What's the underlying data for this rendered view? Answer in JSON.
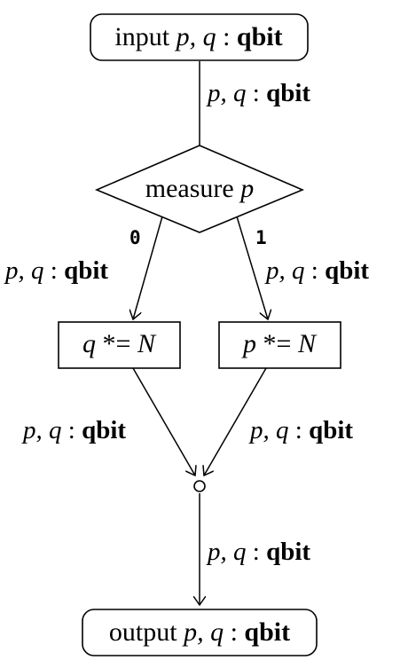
{
  "nodes": {
    "input": {
      "prefix": "input",
      "vars": "p, q",
      "colon": " : ",
      "type": "qbit"
    },
    "measure": {
      "prefix": "measure",
      "var": "p"
    },
    "left_op": {
      "var": "q",
      "op": "*=",
      "rhs": "N"
    },
    "right_op": {
      "var": "p",
      "op": "*=",
      "rhs": "N"
    },
    "output": {
      "prefix": "output",
      "vars": "p, q",
      "colon": " : ",
      "type": "qbit"
    }
  },
  "edges": {
    "input_to_measure": {
      "vars": "p, q",
      "colon": " : ",
      "type": "qbit"
    },
    "measure_to_left": {
      "branch": "0",
      "vars": "p, q",
      "colon": " : ",
      "type": "qbit"
    },
    "measure_to_right": {
      "branch": "1",
      "vars": "p, q",
      "colon": " : ",
      "type": "qbit"
    },
    "left_to_join": {
      "vars": "p, q",
      "colon": " : ",
      "type": "qbit"
    },
    "right_to_join": {
      "vars": "p, q",
      "colon": " : ",
      "type": "qbit"
    },
    "join_to_output": {
      "vars": "p, q",
      "colon": " : ",
      "type": "qbit"
    }
  }
}
